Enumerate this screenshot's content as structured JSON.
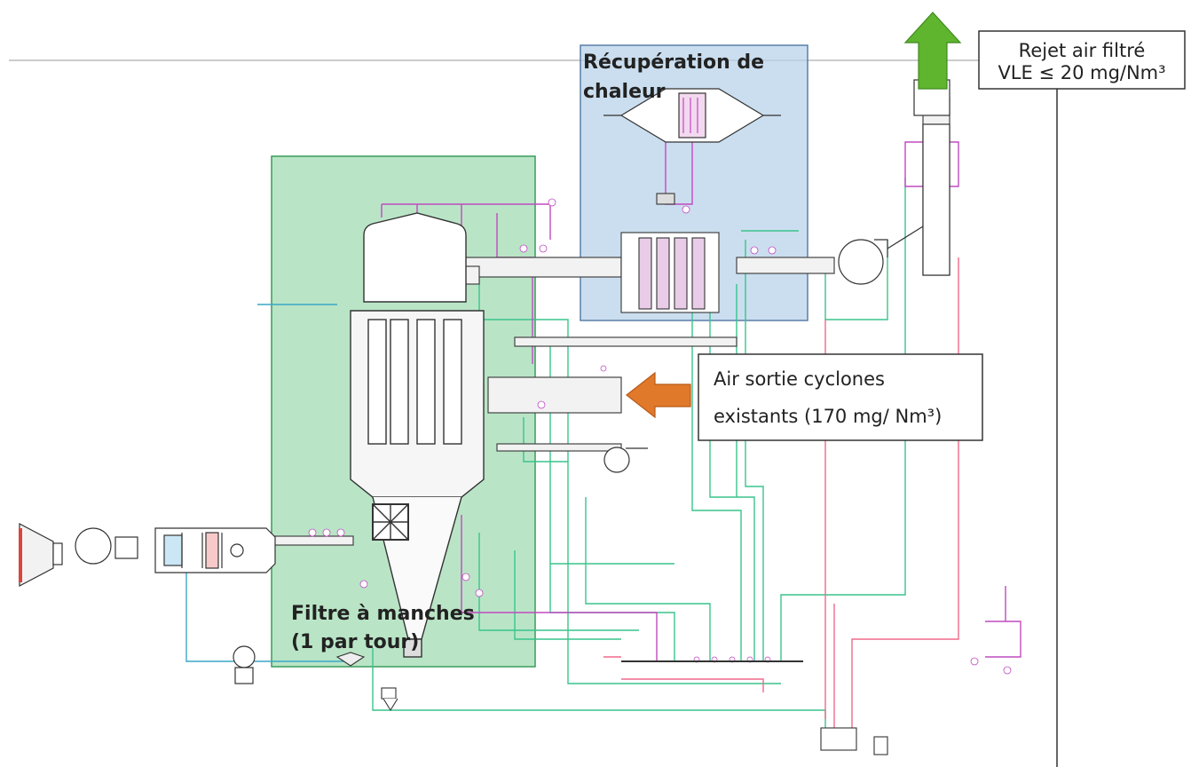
{
  "zones": {
    "filter": {
      "line1": "Filtre à manches",
      "line2": "(1 par tour)",
      "fill": "#7fcf97"
    },
    "heat": {
      "line1": "Récupération de",
      "line2": "chaleur",
      "fill": "#b9d3ea"
    }
  },
  "callouts": {
    "release": {
      "line1": "Rejet air filtré",
      "line2": "VLE ≤ 20 mg/Nm³"
    },
    "inlet": {
      "line1": "Air sortie cyclones",
      "line2": "existants (170 mg/ Nm³)"
    }
  },
  "arrows": {
    "outlet": {
      "direction": "up",
      "color": "#5fb52e"
    },
    "inlet": {
      "direction": "left",
      "color": "#e07a2a"
    }
  },
  "pipe_colors": {
    "air": "#3aa7c7",
    "process": "#39c48c",
    "gas": "#c04ac0",
    "water": "#f06a8a",
    "duct": "#333333"
  }
}
